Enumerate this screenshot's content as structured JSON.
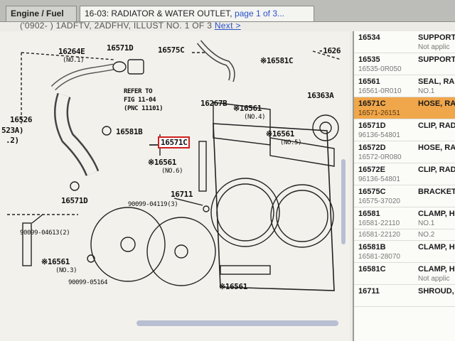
{
  "tabs": {
    "category": "Engine / Fuel",
    "illustration": "16-03: RADIATOR & WATER OUTLET,",
    "page": "page 1 of 3..."
  },
  "infoline": {
    "text": "('0902-      ) 1ADFTV, 2ADFHV,     ILLUST NO. 1 OF 3",
    "next": "Next >"
  },
  "callouts": [
    {
      "id": "c1",
      "text": "16264E"
    },
    {
      "id": "c2",
      "text": "(NO.1)"
    },
    {
      "id": "c3",
      "text": "16571D"
    },
    {
      "id": "c4",
      "text": "16575C"
    },
    {
      "id": "c5",
      "text": "※16581C"
    },
    {
      "id": "c6",
      "text": "-1626"
    },
    {
      "id": "c7",
      "text": "16526"
    },
    {
      "id": "c8",
      "text": "523A)"
    },
    {
      "id": "c9",
      "text": ".2)"
    },
    {
      "id": "c10",
      "text": "REFER TO"
    },
    {
      "id": "c11",
      "text": "FIG 11-04"
    },
    {
      "id": "c12",
      "text": "(PNC 11101)"
    },
    {
      "id": "c13",
      "text": "16267B"
    },
    {
      "id": "c14",
      "text": "※16561"
    },
    {
      "id": "c15",
      "text": "(NO.4)"
    },
    {
      "id": "c16",
      "text": "16363A"
    },
    {
      "id": "c17",
      "text": "16581B"
    },
    {
      "id": "c18",
      "text": "16571C"
    },
    {
      "id": "c19",
      "text": "※16561"
    },
    {
      "id": "c20",
      "text": "(NO.5)"
    },
    {
      "id": "c21",
      "text": "※16561"
    },
    {
      "id": "c22",
      "text": "(NO.6)"
    },
    {
      "id": "c23",
      "text": "16571D"
    },
    {
      "id": "c24",
      "text": "16711"
    },
    {
      "id": "c25",
      "text": "90099-04119(3)"
    },
    {
      "id": "c26",
      "text": "90099-04613(2)"
    },
    {
      "id": "c27",
      "text": "※16561"
    },
    {
      "id": "c28",
      "text": "(NO.3)"
    },
    {
      "id": "c29",
      "text": "90099-05164"
    },
    {
      "id": "c30",
      "text": "※16561"
    }
  ],
  "parts": [
    {
      "code": "16534",
      "name": "SUPPORT",
      "sub": "",
      "sub2": "Not applic",
      "selected": false
    },
    {
      "code": "16535",
      "name": "SUPPORT",
      "sub": "16535-0R050",
      "sub2": "",
      "selected": false
    },
    {
      "code": "16561",
      "name": "SEAL, RA",
      "sub": "16561-0R010",
      "sub2": "NO.1",
      "selected": false
    },
    {
      "code": "16571C",
      "name": "HOSE, RA",
      "sub": "16571-26151",
      "sub2": "",
      "selected": true
    },
    {
      "code": "16571D",
      "name": "CLIP, RAD",
      "sub": "96136-54801",
      "sub2": "",
      "selected": false
    },
    {
      "code": "16572D",
      "name": "HOSE, RA",
      "sub": "16572-0R080",
      "sub2": "",
      "selected": false
    },
    {
      "code": "16572E",
      "name": "CLIP, RAD",
      "sub": "96136-54801",
      "sub2": "",
      "selected": false
    },
    {
      "code": "16575C",
      "name": "BRACKET",
      "sub": "16575-37020",
      "sub2": "",
      "selected": false
    },
    {
      "code": "16581",
      "name": "CLAMP, H",
      "sub": "16581-22110",
      "sub2": "NO.1",
      "selected": false
    },
    {
      "code": "",
      "name": "",
      "sub": "16581-22120",
      "sub2": "NO.2",
      "selected": false
    },
    {
      "code": "16581B",
      "name": "CLAMP, H",
      "sub": "16581-28070",
      "sub2": "",
      "selected": false
    },
    {
      "code": "16581C",
      "name": "CLAMP, H",
      "sub": "",
      "sub2": "Not applic",
      "selected": false
    },
    {
      "code": "16711",
      "name": "SHROUD,",
      "sub": "",
      "sub2": "",
      "selected": false
    }
  ],
  "colors": {
    "accent_link": "#2a52c8",
    "selected_row": "#f0a64a",
    "highlight_box": "#d02020"
  }
}
